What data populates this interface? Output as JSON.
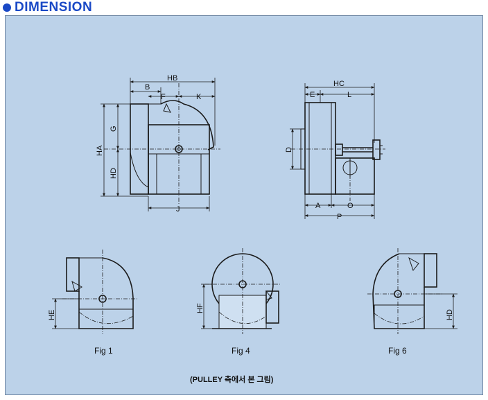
{
  "header": {
    "title": "DIMENSION"
  },
  "labels": {
    "hb": "HB",
    "b": "B",
    "f": "F",
    "k": "K",
    "g": "G",
    "ha": "HA",
    "hd": "HD",
    "j": "J",
    "hc": "HC",
    "e": "E",
    "l": "L",
    "d": "D",
    "a": "A",
    "o": "O",
    "p": "P",
    "he": "HE",
    "hf": "HF",
    "hd6": "HD"
  },
  "figures": {
    "fig1": "Fig 1",
    "fig4": "Fig 4",
    "fig6": "Fig 6"
  },
  "note": "(PULLEY 측에서 본 그림)"
}
